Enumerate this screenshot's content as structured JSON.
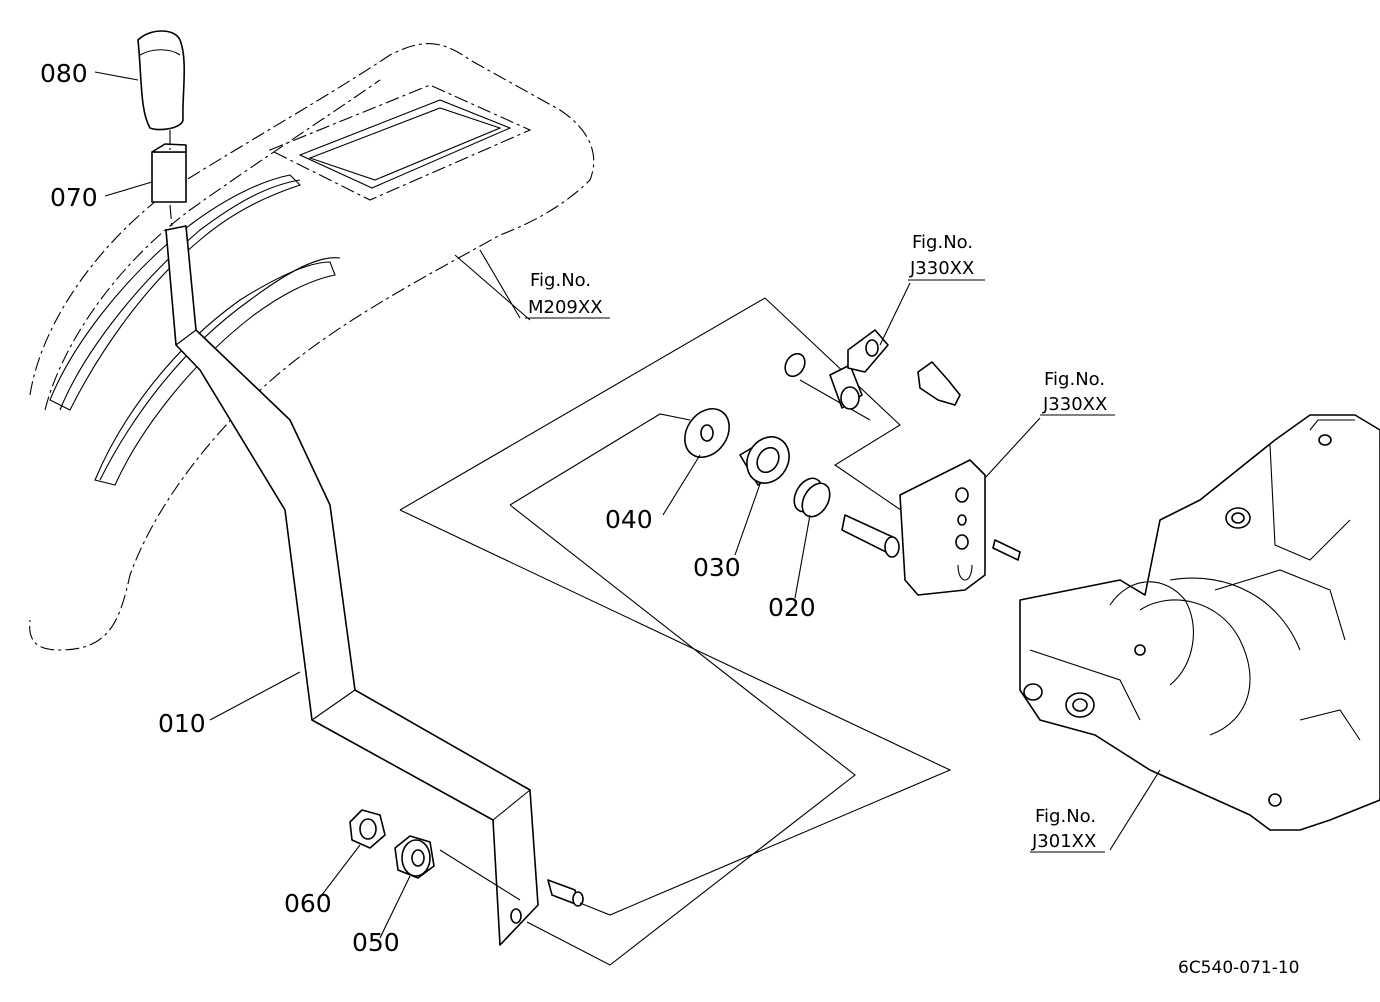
{
  "parts": [
    {
      "id": "080"
    },
    {
      "id": "070"
    },
    {
      "id": "010"
    },
    {
      "id": "040"
    },
    {
      "id": "030"
    },
    {
      "id": "020"
    },
    {
      "id": "060"
    },
    {
      "id": "050"
    }
  ],
  "refs": [
    {
      "line1": "Fig.No.",
      "line2": "M209XX"
    },
    {
      "line1": "Fig.No.",
      "line2": "J330XX"
    },
    {
      "line1": "Fig.No.",
      "line2": "J330XX"
    },
    {
      "line1": "Fig.No.",
      "line2": "J301XX"
    }
  ],
  "drawing_code": "6C540-071-10"
}
